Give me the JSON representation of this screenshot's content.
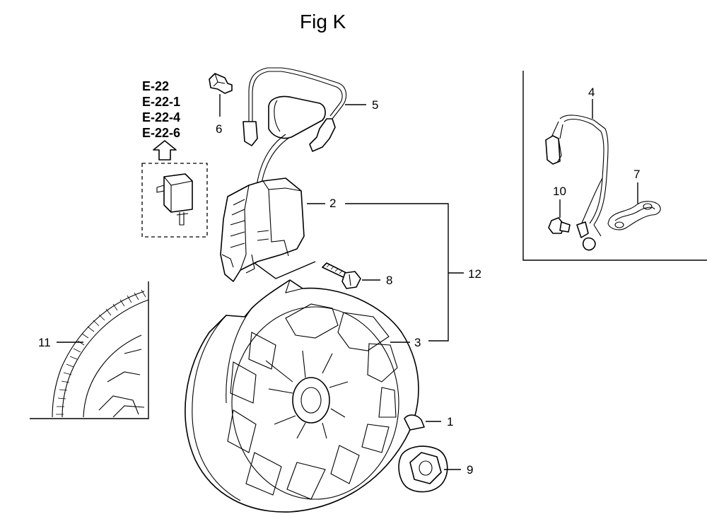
{
  "title": "Fig K",
  "reference_codes": [
    "E-22",
    "E-22-1",
    "E-22-4",
    "E-22-6"
  ],
  "callouts": {
    "p1": "1",
    "p2": "2",
    "p3": "3",
    "p4": "4",
    "p5": "5",
    "p6": "6",
    "p7": "7",
    "p8": "8",
    "p9": "9",
    "p10": "10",
    "p11": "11",
    "p12": "12"
  }
}
